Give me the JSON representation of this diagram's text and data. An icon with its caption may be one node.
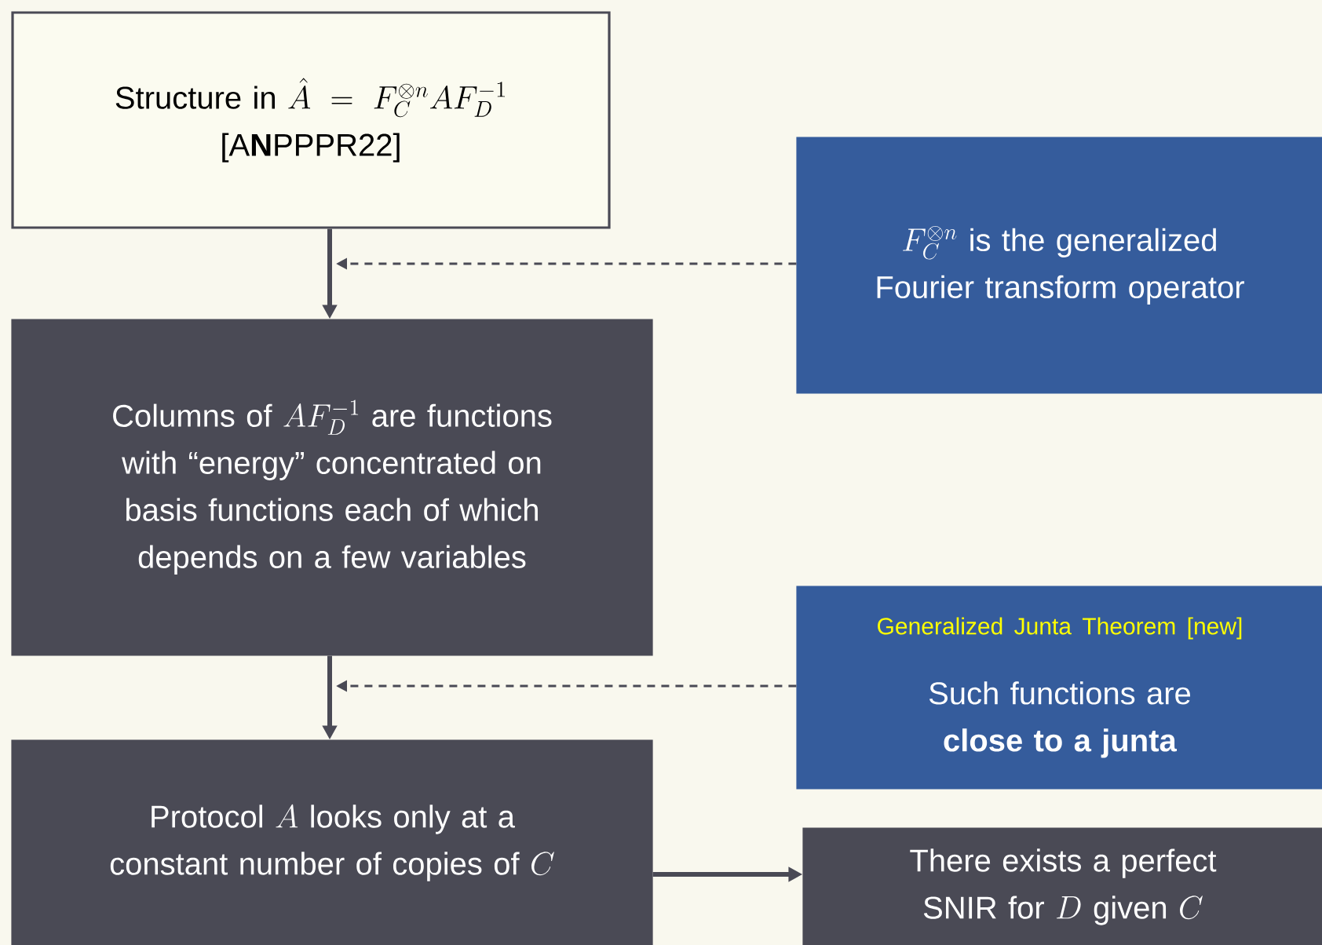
{
  "diagram": {
    "nodes": [
      {
        "text": [
          "Structure in",
          "\\hat{A} = F_C^{\\otimes n} A F_D^{-1}",
          "[A**N**PPPR22]"
        ]
      },
      {
        "text": [
          "Columns of",
          "AF_D^{-1}",
          "are functions with “energy” concentrated on basis functions each of which depends on a few variables"
        ]
      },
      {
        "text": [
          "F_C^{\\otimes n}",
          "is the generalized Fourier transform operator"
        ]
      },
      {
        "text": [
          "Generalized Junta Theorem [new]",
          "Such functions are **close to a junta**"
        ]
      },
      {
        "text": [
          "Protocol",
          "A",
          "looks only at a constant number of copies of",
          "C"
        ]
      },
      {
        "text": [
          "There exists a perfect SNIR for",
          "D",
          "given",
          "C"
        ]
      }
    ],
    "edges": [
      {
        "from": 0,
        "to": 1,
        "arrow": "to"
      },
      {
        "from": 2,
        "to": null,
        "arrow": "to",
        "style": "dashed"
      },
      {
        "from": 1,
        "to": 4,
        "arrow": "to"
      },
      {
        "from": 3,
        "to": null,
        "arrow": "to",
        "style": "dashed"
      },
      {
        "from": 4,
        "to": 5,
        "arrow": "to"
      }
    ]
  }
}
